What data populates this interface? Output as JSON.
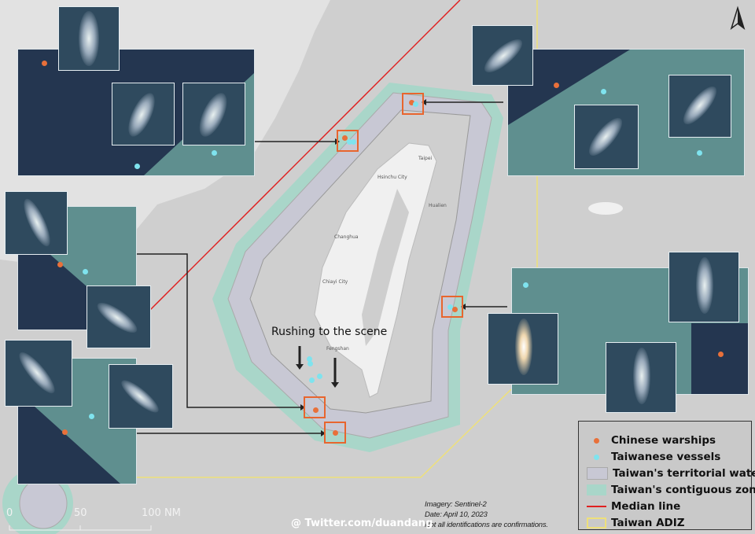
{
  "legend": {
    "items": [
      {
        "label": "Chinese warships",
        "color": "#e8703a"
      },
      {
        "label": "Taiwanese vessels",
        "color": "#7fe3ee"
      },
      {
        "label": "Taiwan's territorial waters",
        "color": "#c8c8d4"
      },
      {
        "label": "Taiwan's contiguous zone",
        "color": "#a9d6c9"
      },
      {
        "label": "Median line",
        "color": "#e02020"
      },
      {
        "label": "Taiwan ADIZ",
        "color": "#eee07a"
      }
    ]
  },
  "annotation": "Rushing to the scene",
  "notes": {
    "imagery": "Imagery: Sentinel-2",
    "date": "Date: April 10, 2023",
    "disclaimer": "Not all identifications are confirmations."
  },
  "credit": "@ Twitter.com/duandang",
  "scale": {
    "t0": "0",
    "t1": "50",
    "t2": "100 NM"
  },
  "north": "N",
  "places": [
    "Taipei",
    "Hsinchu City",
    "Changhua",
    "Chiayi City",
    "Fengshan",
    "Hualien"
  ]
}
